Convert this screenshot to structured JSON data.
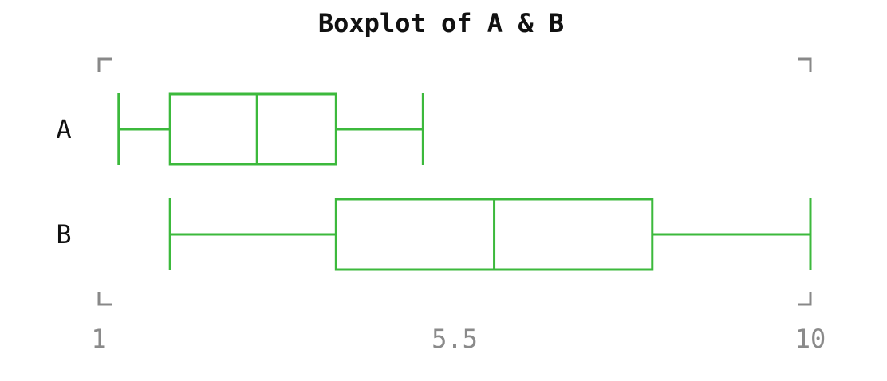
{
  "chart_data": {
    "type": "boxplot",
    "title": "Boxplot of A & B",
    "orientation": "horizontal",
    "xlim": [
      1,
      10
    ],
    "x_ticks": [
      {
        "value": 1,
        "label": "1"
      },
      {
        "value": 5.5,
        "label": "5.5"
      },
      {
        "value": 10,
        "label": "10"
      }
    ],
    "grid": false,
    "series": [
      {
        "name": "A",
        "min": 1.25,
        "q1": 1.9,
        "median": 3.0,
        "q3": 4.0,
        "max": 5.1
      },
      {
        "name": "B",
        "min": 1.9,
        "q1": 4.0,
        "median": 6.0,
        "q3": 8.0,
        "max": 10.0
      }
    ],
    "colors": {
      "box": "#3cb93c",
      "corner": "#888888",
      "tick_text": "#8a8a8a",
      "text": "#111111"
    }
  }
}
